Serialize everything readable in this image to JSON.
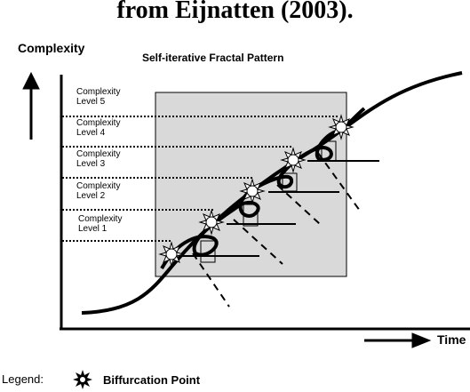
{
  "heading": "from Eijnatten (2003).",
  "y_axis_label": "Complexity",
  "x_axis_label": "Time",
  "pattern_label": "Self-iterative Fractal Pattern",
  "levels": [
    "Complexity\nLevel 5",
    "Complexity\nLevel 4",
    "Complexity\nLevel 3",
    "Complexity\nLevel 2",
    "Complexity\nLevel 1"
  ],
  "legend": {
    "label": "Legend:",
    "symbol": "starburst-icon",
    "description": "Biffurcation Point"
  },
  "colors": {
    "shade": "#d9d9d9",
    "ink": "#000000"
  }
}
